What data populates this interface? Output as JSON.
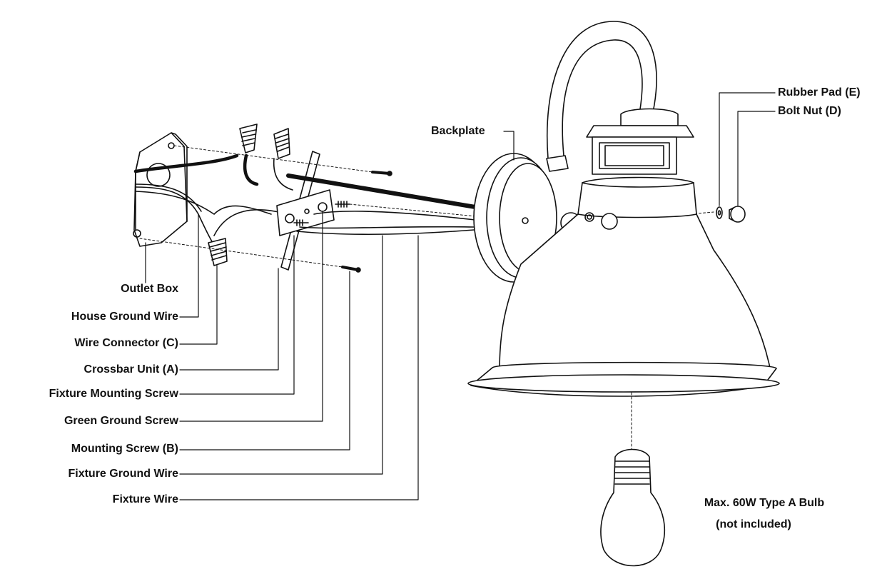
{
  "labels": {
    "outlet_box": "Outlet Box",
    "house_ground_wire": "House Ground Wire",
    "wire_connector": "Wire Connector (C)",
    "crossbar_unit": "Crossbar Unit (A)",
    "fixture_mounting_screw": "Fixture Mounting Screw",
    "green_ground_screw": "Green Ground Screw",
    "mounting_screw": "Mounting Screw (B)",
    "fixture_ground_wire": "Fixture Ground Wire",
    "fixture_wire": "Fixture Wire",
    "backplate": "Backplate",
    "rubber_pad": "Rubber Pad (E)",
    "bolt_nut": "Bolt Nut (D)",
    "bulb_line1": "Max. 60W Type A Bulb",
    "bulb_line2": "(not included)"
  }
}
